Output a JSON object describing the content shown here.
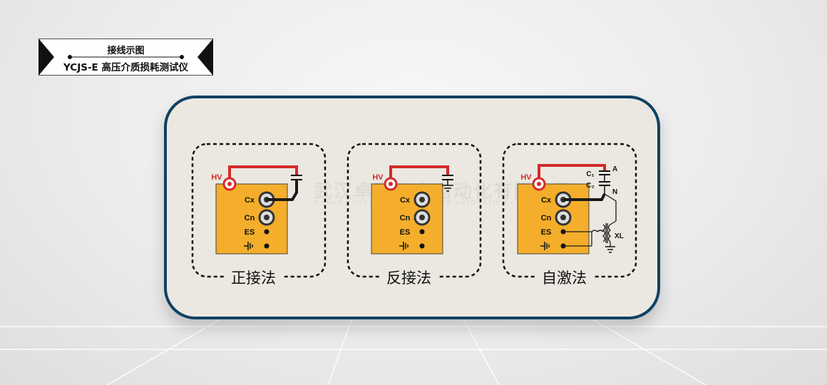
{
  "banner": {
    "title": "接线示图",
    "subtitle": "YCJS-E 高压介质损耗测试仪"
  },
  "watermark": {
    "text": "武汉卓亚电力自动化有限公司",
    "text_en": "WUHAN ZHUOYA ELECTRIC POWER AUTOMATION CO.,LTD"
  },
  "colors": {
    "panel_border": "#0f4163",
    "device_yellow": "#f4ae2b",
    "hv_red": "#d42a2a",
    "wire_black": "#1a1a1a"
  },
  "terminals": {
    "hv": "HV",
    "cx": "Cx",
    "cn": "Cn",
    "es": "ES",
    "ground_icon": "ground-icon"
  },
  "diagrams": [
    {
      "label": "正接法"
    },
    {
      "label": "反接法"
    },
    {
      "label": "自激法",
      "c1": "C₁",
      "c2": "C₂",
      "a": "A",
      "n": "N",
      "xl": "XL"
    }
  ]
}
